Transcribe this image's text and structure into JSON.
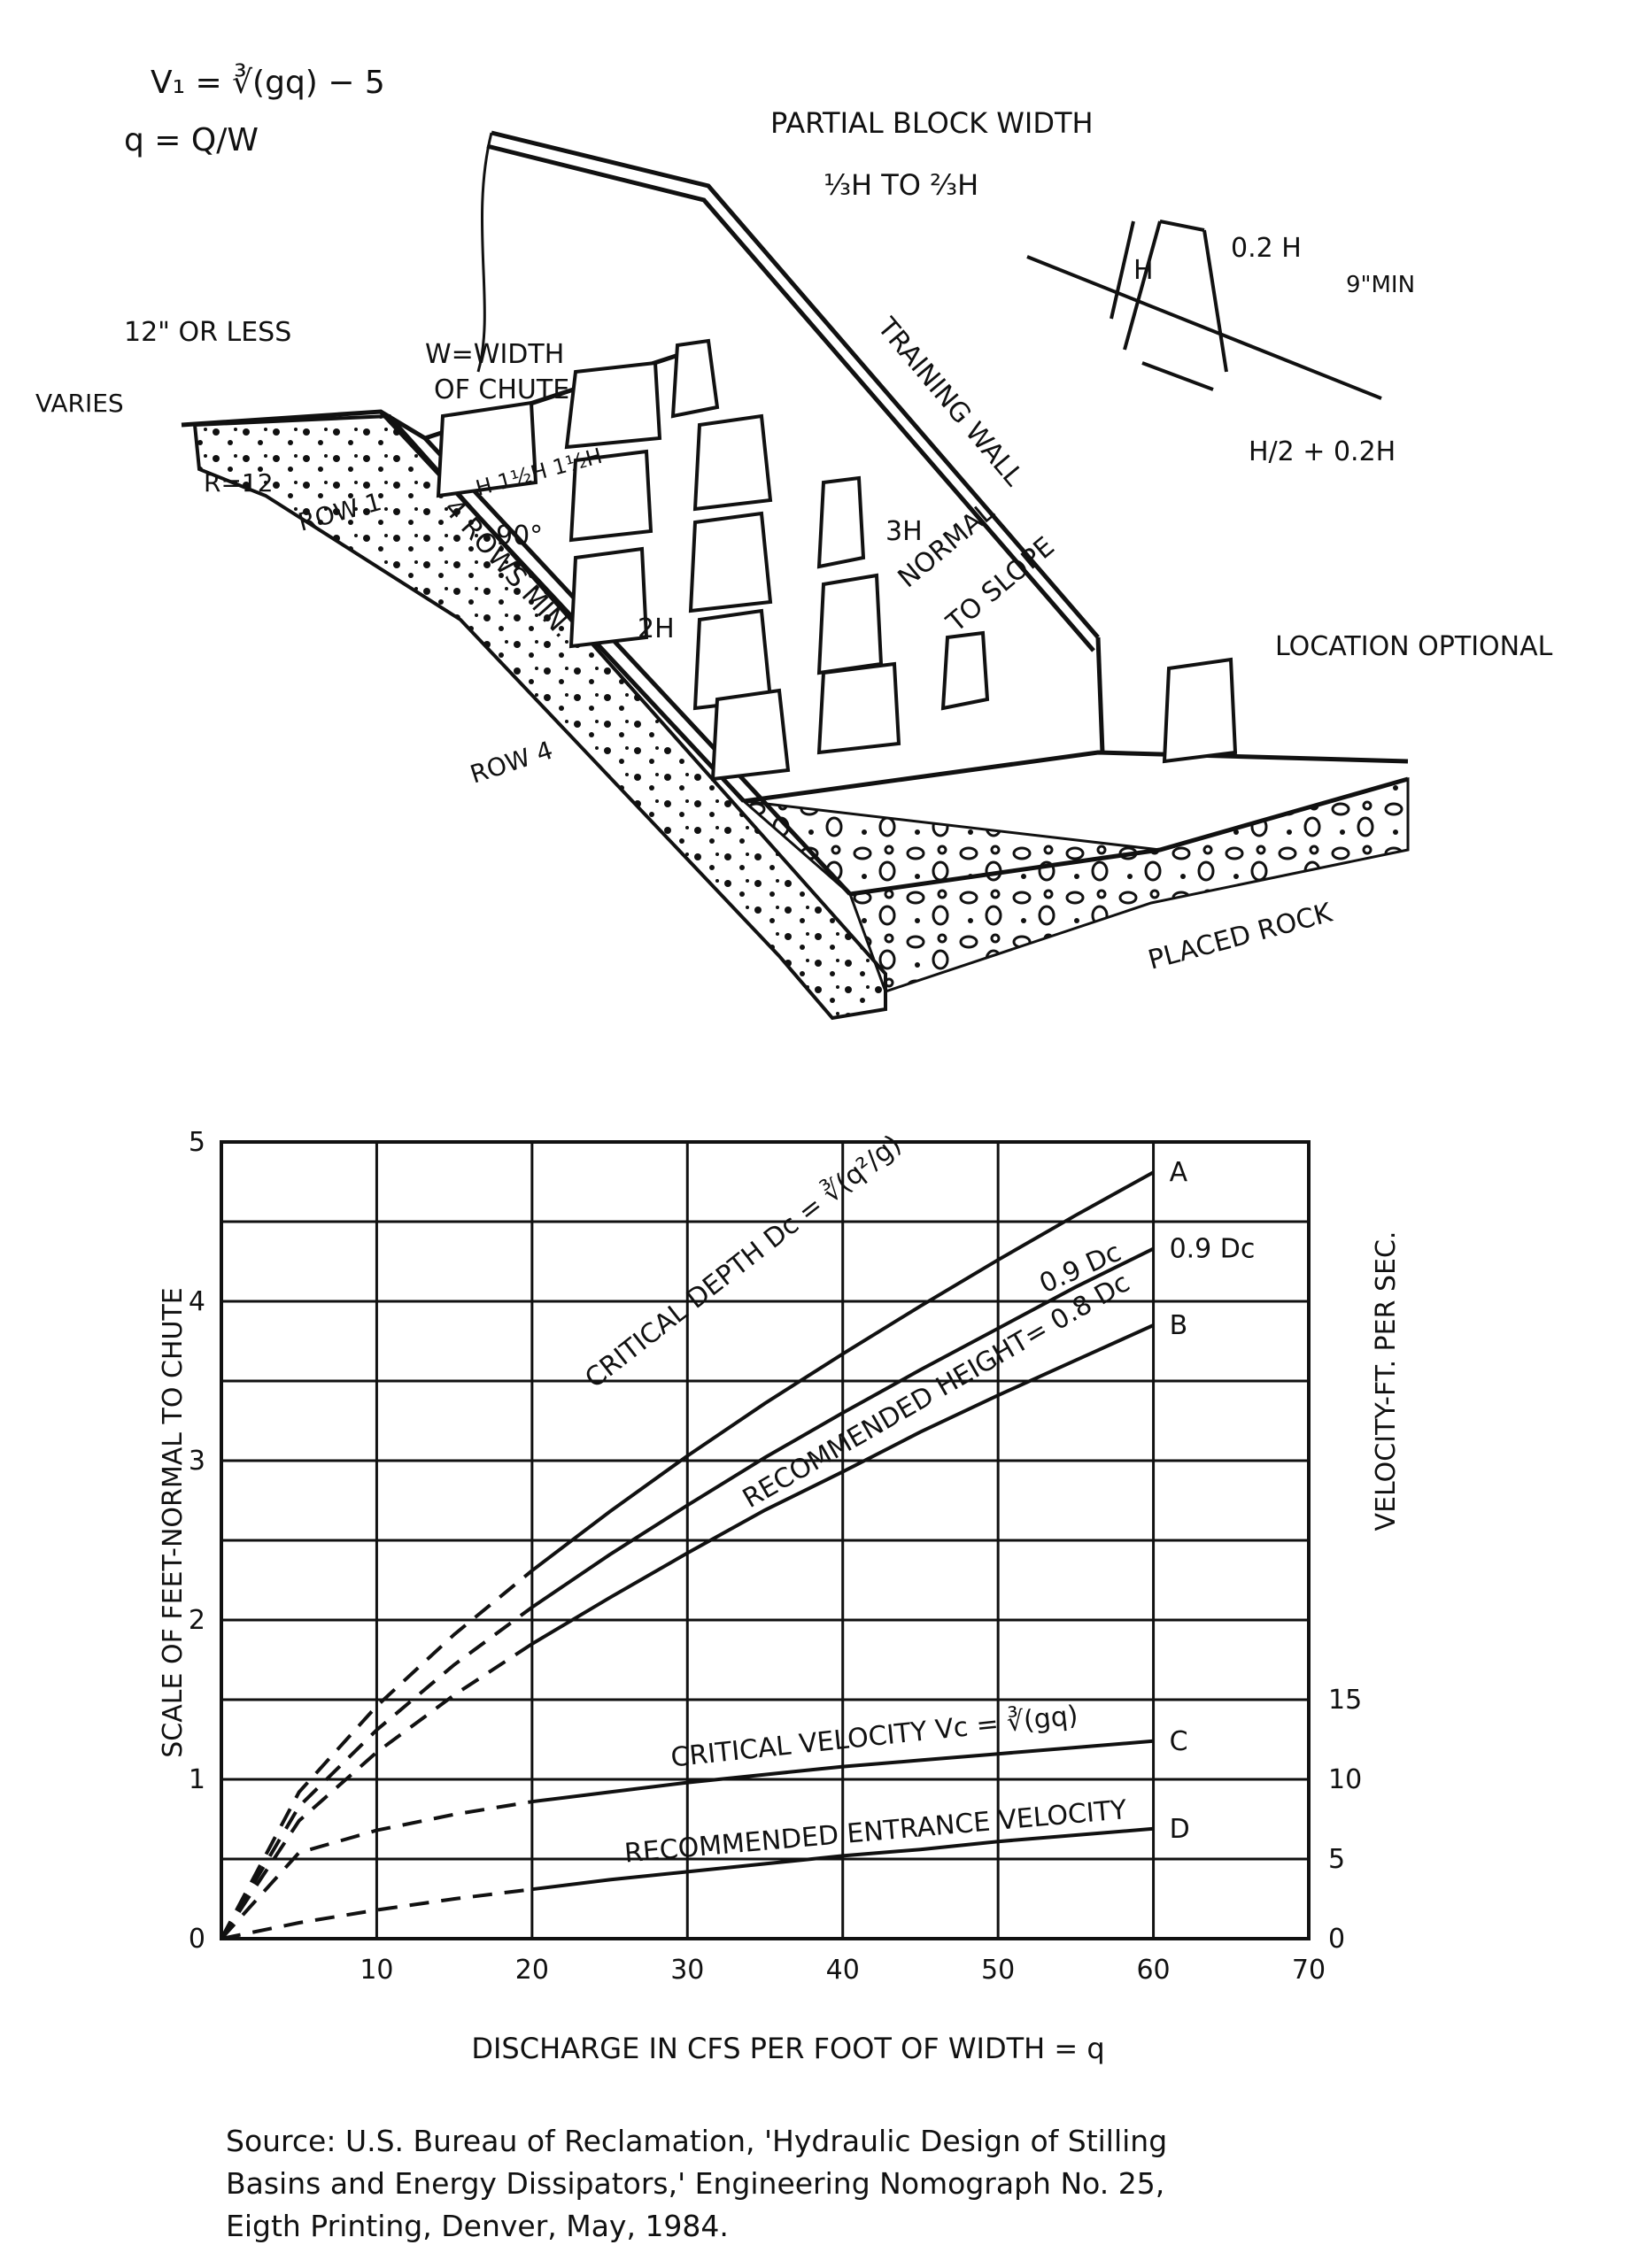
{
  "drawing": {
    "formula_v1": "V₁ = ∛(gq) − 5",
    "formula_q": "q = Q/W",
    "partial_block_width": "PARTIAL BLOCK WIDTH",
    "block_range": "⅓H TO ⅔H",
    "h_label": "H",
    "top_width": "0.2 H",
    "min_9": "9\"MIN",
    "spacing_half": "H/2 + 0.2H",
    "training_wall": "TRAINING WALL",
    "twelve_or_less": "12\" OR LESS",
    "width_of_chute_1": "W=WIDTH",
    "width_of_chute_2": "OF CHUTE",
    "varies": "VARIES",
    "radius": "R=12",
    "row_1": "ROW 1",
    "spacing_top": "H  1½H  1½H",
    "angle": "90°",
    "rows_min": "4 ROWS MIN.",
    "two_h": "2H",
    "three_h": "3H",
    "normal": "NORMAL",
    "to_slope": "TO SLOPE",
    "location_optional": "LOCATION OPTIONAL",
    "row_4": "ROW 4",
    "placed_rock": "PLACED ROCK"
  },
  "chart_data": {
    "type": "line",
    "xlabel": "DISCHARGE IN CFS PER FOOT OF WIDTH = q",
    "ylabel": "SCALE OF FEET-NORMAL TO CHUTE",
    "ylabel_right": "VELOCITY-FT. PER SEC.",
    "xlim": [
      0,
      70
    ],
    "ylim": [
      0,
      5
    ],
    "y2lim": [
      0,
      15
    ],
    "x_ticks": [
      10,
      20,
      30,
      40,
      50,
      60,
      70
    ],
    "x_tick_labels": [
      "10",
      "20",
      "30",
      "40",
      "50",
      "60",
      "70"
    ],
    "y_ticks": [
      0,
      1,
      2,
      3,
      4,
      5
    ],
    "y_tick_labels": [
      "0",
      "1",
      "2",
      "3",
      "4",
      "5"
    ],
    "y2_ticks": [
      0,
      5,
      10,
      15
    ],
    "y2_tick_labels": [
      "0",
      "5",
      "10",
      "15"
    ],
    "grid": true,
    "series": [
      {
        "name": "A",
        "x": [
          0,
          5,
          10,
          15,
          20,
          25,
          30,
          35,
          40,
          45,
          50,
          55,
          60
        ],
        "y": [
          0,
          0.92,
          1.46,
          1.91,
          2.31,
          2.68,
          3.03,
          3.36,
          3.67,
          3.97,
          4.26,
          4.54,
          4.81
        ],
        "dashed_until": 20
      },
      {
        "name": "0.9 Dc",
        "x": [
          0,
          5,
          10,
          15,
          20,
          25,
          30,
          35,
          40,
          45,
          50,
          55,
          60
        ],
        "y": [
          0,
          0.83,
          1.31,
          1.72,
          2.08,
          2.41,
          2.72,
          3.02,
          3.3,
          3.57,
          3.83,
          4.09,
          4.33
        ],
        "dashed_until": 20
      },
      {
        "name": "B",
        "x": [
          0,
          5,
          10,
          15,
          20,
          25,
          30,
          35,
          40,
          45,
          50,
          55,
          60
        ],
        "y": [
          0,
          0.74,
          1.17,
          1.53,
          1.85,
          2.14,
          2.42,
          2.69,
          2.93,
          3.18,
          3.41,
          3.63,
          3.85
        ],
        "dashed_until": 20
      },
      {
        "name": "C",
        "x": [
          0,
          5,
          10,
          15,
          20,
          25,
          30,
          35,
          40,
          45,
          50,
          55,
          60
        ],
        "y": [
          0,
          0.54,
          0.68,
          0.78,
          0.86,
          0.92,
          0.98,
          1.03,
          1.08,
          1.12,
          1.16,
          1.2,
          1.24
        ],
        "dashed_until": 20
      },
      {
        "name": "D",
        "x": [
          0,
          5,
          10,
          15,
          20,
          25,
          30,
          35,
          40,
          45,
          50,
          55,
          60
        ],
        "y": [
          0,
          0.1,
          0.18,
          0.25,
          0.31,
          0.37,
          0.42,
          0.47,
          0.52,
          0.56,
          0.61,
          0.65,
          0.69
        ],
        "dashed_until": 20
      }
    ],
    "annotations": [
      {
        "text": "CRITICAL DEPTH Dc = ∛(q²/g)",
        "x": 24,
        "y": 3.45
      },
      {
        "text": "0.9 Dc",
        "x": 53,
        "y": 4.05
      },
      {
        "text": "RECOMMENDED HEIGHT= 0.8 Dc",
        "x": 34,
        "y": 2.7
      },
      {
        "text": "CRITICAL VELOCITY Vc = ∛(gq)",
        "x": 29,
        "y": 1.08
      },
      {
        "text": "RECOMMENDED ENTRANCE VELOCITY",
        "x": 26,
        "y": 0.48
      }
    ]
  },
  "source": {
    "line1": "Source: U.S. Bureau of Reclamation, 'Hydraulic Design of Stilling",
    "line2": "Basins and Energy Dissipators,' Engineering Nomograph No. 25,",
    "line3": "Eigth Printing, Denver, May, 1984."
  }
}
